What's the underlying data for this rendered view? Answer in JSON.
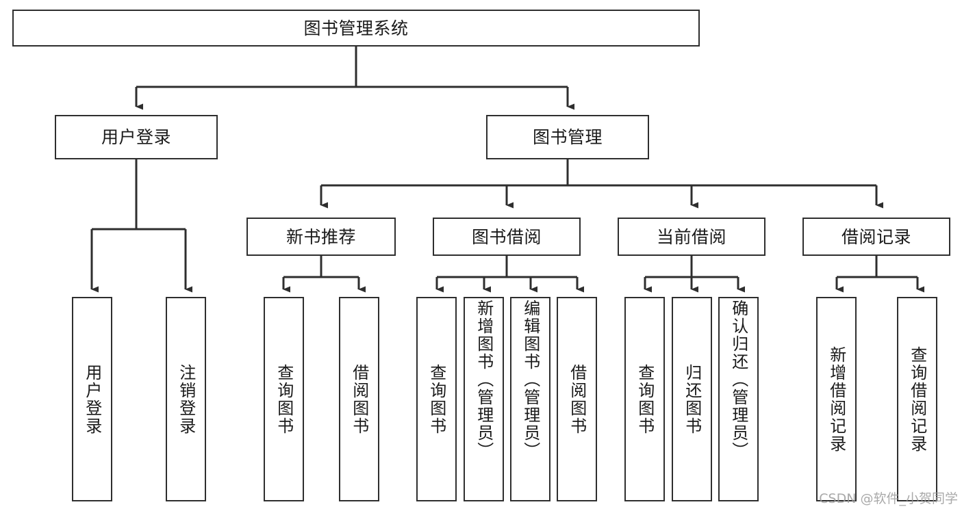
{
  "diagram": {
    "type": "tree",
    "title": "图书管理系统",
    "orientation": "top-down",
    "colors": {
      "box_border": "#2e2e2e",
      "box_fill": "#ffffff",
      "connector": "#2e2e2e",
      "text": "#1a1a1a",
      "watermark": "#9b9b9b",
      "background": "#ffffff"
    }
  },
  "watermark": {
    "text": "CSDN @软件_小贺同学"
  },
  "nodes": {
    "root": {
      "label": "图书管理系统"
    },
    "level2": [
      {
        "label": "用户登录"
      },
      {
        "label": "图书管理"
      }
    ],
    "level3": [
      {
        "label": "新书推荐"
      },
      {
        "label": "图书借阅"
      },
      {
        "label": "当前借阅"
      },
      {
        "label": "借阅记录"
      }
    ],
    "leaves": {
      "user_login": [
        {
          "label": "用户登录"
        },
        {
          "label": "注销登录"
        }
      ],
      "new_book_recommend": [
        {
          "label": "查询图书"
        },
        {
          "label": "借阅图书"
        }
      ],
      "book_borrow": [
        {
          "label": "查询图书"
        },
        {
          "label": "新增图书（管理员）"
        },
        {
          "label": "编辑图书（管理员）"
        },
        {
          "label": "借阅图书"
        }
      ],
      "current_borrow": [
        {
          "label": "查询图书"
        },
        {
          "label": "归还图书"
        },
        {
          "label": "确认归还（管理员）"
        }
      ],
      "borrow_record": [
        {
          "label": "新增借阅记录"
        },
        {
          "label": "查询借阅记录"
        }
      ]
    }
  },
  "chart_data": {
    "type": "table",
    "title": "图书管理系统",
    "hierarchy": [
      {
        "label": "图书管理系统",
        "children": [
          {
            "label": "用户登录",
            "children": [
              {
                "label": "用户登录"
              },
              {
                "label": "注销登录"
              }
            ]
          },
          {
            "label": "图书管理",
            "children": [
              {
                "label": "新书推荐",
                "children": [
                  {
                    "label": "查询图书"
                  },
                  {
                    "label": "借阅图书"
                  }
                ]
              },
              {
                "label": "图书借阅",
                "children": [
                  {
                    "label": "查询图书"
                  },
                  {
                    "label": "新增图书（管理员）"
                  },
                  {
                    "label": "编辑图书（管理员）"
                  },
                  {
                    "label": "借阅图书"
                  }
                ]
              },
              {
                "label": "当前借阅",
                "children": [
                  {
                    "label": "查询图书"
                  },
                  {
                    "label": "归还图书"
                  },
                  {
                    "label": "确认归还（管理员）"
                  }
                ]
              },
              {
                "label": "借阅记录",
                "children": [
                  {
                    "label": "新增借阅记录"
                  },
                  {
                    "label": "查询借阅记录"
                  }
                ]
              }
            ]
          }
        ]
      }
    ]
  }
}
